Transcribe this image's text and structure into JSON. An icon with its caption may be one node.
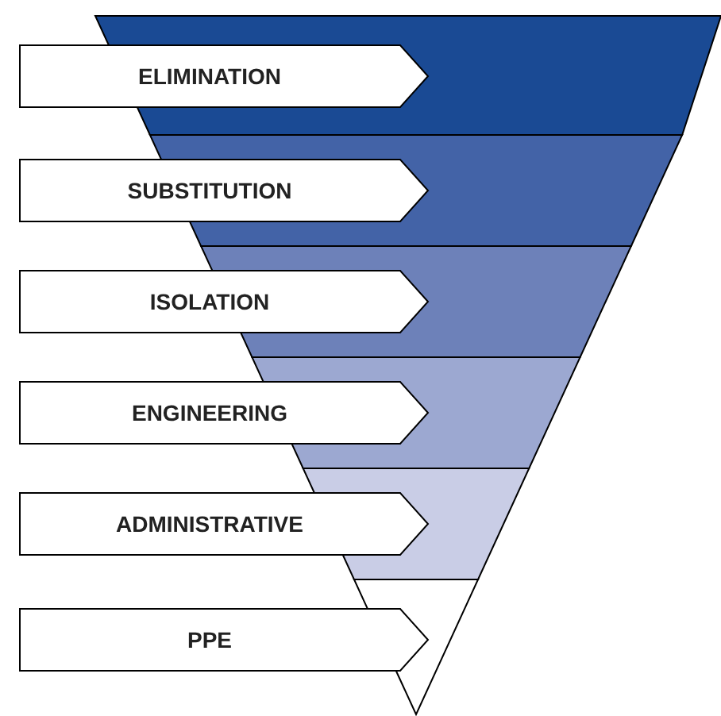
{
  "diagram": {
    "nodes": [
      {
        "text": [
          "ELIMINATION"
        ]
      },
      {
        "text": [
          "SUBSTITUTION"
        ]
      },
      {
        "text": [
          "ISOLATION"
        ]
      },
      {
        "text": [
          "ENGINEERING"
        ]
      },
      {
        "text": [
          "ADMINISTRATIVE"
        ]
      },
      {
        "text": [
          "PPE"
        ]
      }
    ],
    "edges": []
  }
}
